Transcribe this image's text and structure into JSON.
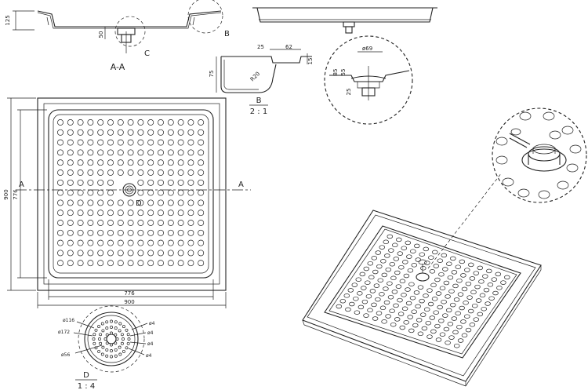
{
  "section_aa": {
    "label": "A-A",
    "dim_height": "125",
    "dim_drain": "50",
    "detail_b_marker": "B",
    "detail_c_marker": "C"
  },
  "detail_b": {
    "label": "B",
    "scale": "2 : 1",
    "dim_height": "75",
    "dim_radius": "R20",
    "dim_top_a": "25",
    "dim_top_b": "62",
    "dim_right": "15"
  },
  "detail_c": {
    "dim_width": "ø69",
    "dim_a": "85",
    "dim_b": "55",
    "dim_depth": "25"
  },
  "plan": {
    "dim_total_width": "900",
    "dim_inner_width": "776",
    "dim_total_height": "900",
    "dim_inner_height": "776",
    "section_marker_left": "A",
    "section_marker_right": "A",
    "detail_d_marker": "D"
  },
  "detail_d": {
    "label": "D",
    "scale": "1 : 4",
    "dim_outer": "ø116",
    "dim_mid": "ø172",
    "dim_inner": "ø56",
    "dim_hole1": "ø4",
    "dim_hole2": "ø4",
    "dim_hole3": "ø4",
    "dim_hole4": "ø4"
  },
  "iso_view": {
    "subject": "shower-tray-3d"
  }
}
